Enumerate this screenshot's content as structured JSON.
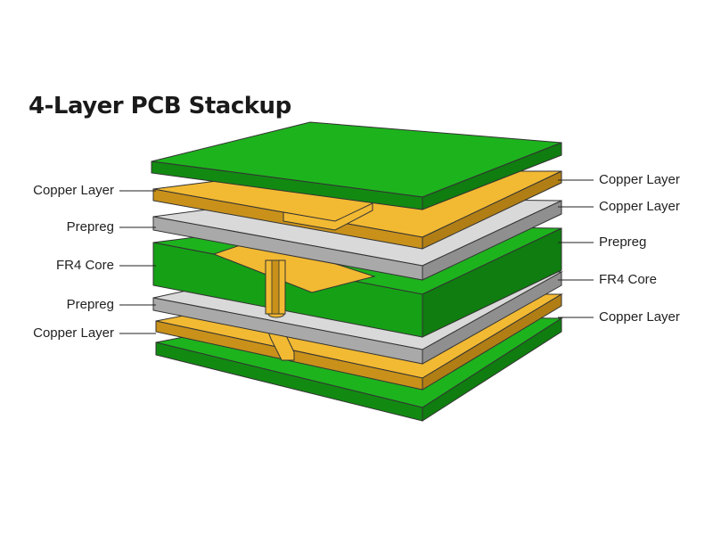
{
  "title": "4-Layer PCB Stackup",
  "colors": {
    "solder_mask": "#1db31d",
    "solder_mask_dark": "#128a12",
    "copper": "#f2b932",
    "copper_dark": "#c9911a",
    "prepreg": "#d9d9d9",
    "prepreg_dark": "#a9a9a9",
    "core": "#16a016",
    "core_dark": "#0f7d0f",
    "outline": "#333333"
  },
  "left_labels": [
    "Copper Layer",
    "Prepreg",
    "FR4 Core",
    "Prepreg",
    "Copper Layer"
  ],
  "right_labels": [
    "Copper Layer",
    "Copper Layer",
    "Prepreg",
    "FR4 Core",
    "Copper Layer"
  ]
}
